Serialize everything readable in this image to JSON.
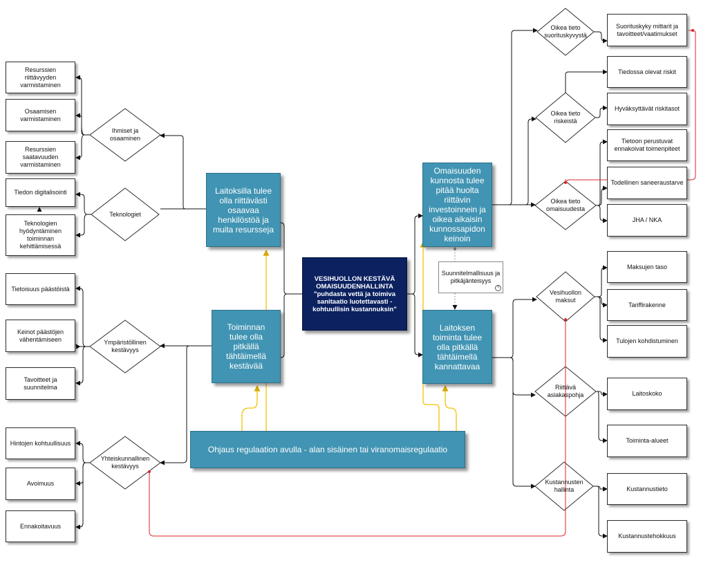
{
  "center": {
    "line1": "VESIHUOLLON KESTÄVÄ OMAISUUDENHALLINTA",
    "line2": "\"puhdasta vettä ja toimiva sanitaatio luotettavasti - kohtuullisin kustannuksin\""
  },
  "main_boxes": {
    "resources": "Laitoksilla tulee olla riittävästi osaavaa henkilöstöä ja muita resursseja",
    "longterm": "Toiminnan tulee olla pitkällä tähtäimellä kestävää",
    "assets": "Omaisuuden kunnosta tulee pitää huolta riittävin investoinnein ja oikea aikaisin kunnossapidon keinoin",
    "profitable": "Laitoksen toiminta tulee olla pitkällä tähtäimellä kannattavaa"
  },
  "regulation": "Ohjaus regulaation avulla - alan sisäinen tai viranomaisregulaatio",
  "note": "Suunnitelmallisuus ja pitkäjänteisyys",
  "left_diamonds": {
    "people": "Ihmiset ja osaaminen",
    "tech": "Teknologiet",
    "environment": "Ympäristöllinen kestävyys",
    "social": "Yhteiskunnallinen kestävyys"
  },
  "left_boxes": {
    "b1": "Resurssien riittävyyden varmistaminen",
    "b2": "Osaamisen varmistaminen",
    "b3": "Resurssien saatavuuden varmistaminen",
    "b4": "Tiedon digitalisointi",
    "b5": "Teknologien hyödyntäminen toiminnan kehittämisessä",
    "b6": "Tietoisuus päästöistä",
    "b7": "Keinot päästöjen vähentämiseen",
    "b8": "Tavoitteet ja suunnitelma",
    "b9": "Hintojen kohtuullisuus",
    "b10": "Avoimuus",
    "b11": "Ennakoitavuus"
  },
  "right_diamonds": {
    "perf": "Oikea tieto suorituskyvystä",
    "risk": "Oikea tieto riskeistä",
    "asset": "Oikea tieto omaisuudesta",
    "fees": "Vesihuollon maksut",
    "base": "Riittävä asiakaspohja",
    "cost": "Kustannusten hallinta"
  },
  "right_boxes": {
    "r1": "Suorituskyky mittarit ja tavoitteet/vaatimukset",
    "r2": "Tiedossa olevat riskit",
    "r3": "Hyväksyttävät riskitasot",
    "r4": "Tietoon perustuvat ennakoivat toimenpiteet",
    "r5": "Todellinen saneeraustarve",
    "r6": "JHA / NKA",
    "r7": "Maksujen taso",
    "r8": "Tariffirakenne",
    "r9": "Tulojen kohdistuminen",
    "r10": "Laitoskoko",
    "r11": "Toiminta-alueet",
    "r12": "Kustannustieto",
    "r13": "Kustannustehokkuus"
  },
  "colors": {
    "blue": "#4194b3",
    "navy": "#0b2160",
    "yellow": "#f2c200",
    "red": "#d9252a"
  }
}
